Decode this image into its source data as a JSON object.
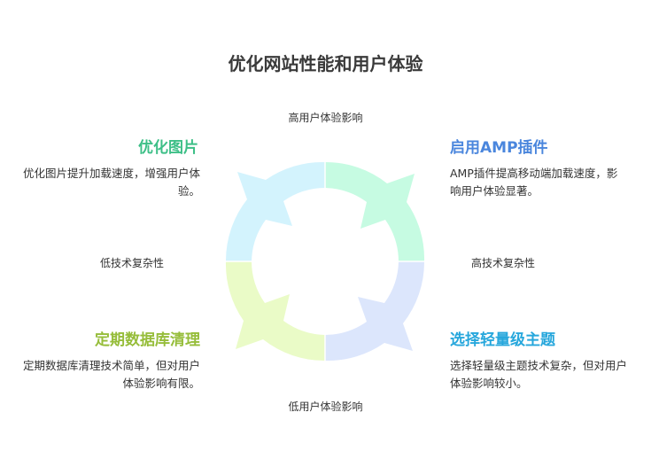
{
  "title": "优化网站性能和用户体验",
  "axes": {
    "top": "高用户体验影响",
    "bottom": "低用户体验影响",
    "left": "低技术复杂性",
    "right": "高技术复杂性"
  },
  "quadrants": [
    {
      "title": "优化图片",
      "desc": "优化图片提升加载速度，增强用户体验。",
      "color": "#3dbf87",
      "fill": "#d3f3fd"
    },
    {
      "title": "启用AMP插件",
      "desc": "AMP插件提高移动端加载速度，影响用户体验显著。",
      "color": "#4a86dd",
      "fill": "#c6fbe2"
    },
    {
      "title": "选择轻量级主题",
      "desc": "选择轻量级主题技术复杂，但对用户体验影响较小。",
      "color": "#27a7dc",
      "fill": "#dce6fc"
    },
    {
      "title": "定期数据库清理",
      "desc": "定期数据库清理技术简单，但对用户体验影响有限。",
      "color": "#96bd3a",
      "fill": "#eafbc7"
    }
  ]
}
